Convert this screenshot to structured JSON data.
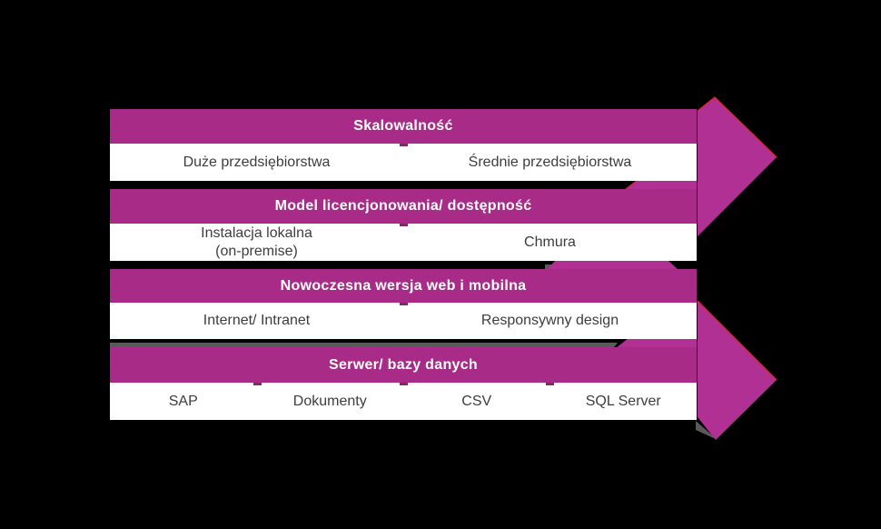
{
  "diagram": {
    "sections": [
      {
        "header": "Skalowalność",
        "cells": [
          {
            "lines": [
              "Duże przedsiębiorstwa"
            ]
          },
          {
            "lines": [
              "Średnie przedsiębiorstwa"
            ]
          }
        ]
      },
      {
        "header": "Model licencjonowania/ dostępność",
        "cells": [
          {
            "lines": [
              "Instalacja lokalna",
              "(on-premise)"
            ]
          },
          {
            "lines": [
              "Chmura"
            ]
          }
        ]
      },
      {
        "header": "Nowoczesna wersja web i mobilna",
        "cells": [
          {
            "lines": [
              "Internet/ Intranet"
            ]
          },
          {
            "lines": [
              "Responsywny design"
            ]
          }
        ]
      },
      {
        "header": "Serwer/ bazy danych",
        "cells": [
          {
            "lines": [
              "SAP"
            ]
          },
          {
            "lines": [
              "Dokumenty"
            ]
          },
          {
            "lines": [
              "CSV"
            ]
          },
          {
            "lines": [
              "SQL Server"
            ]
          }
        ]
      }
    ],
    "decorations": {
      "arrow_direction": "right",
      "arrow_count": 2
    },
    "colors": {
      "bar_magenta": "#A82C87",
      "arrow_magenta": "#B13094",
      "header_text": "#FFFFFF",
      "cell_text": "#3D3D3D",
      "background": "#000000",
      "shadow_gray": "#5A5A5A",
      "edge_red": "#E0242E",
      "divider_tick": "#7E2B68"
    }
  }
}
